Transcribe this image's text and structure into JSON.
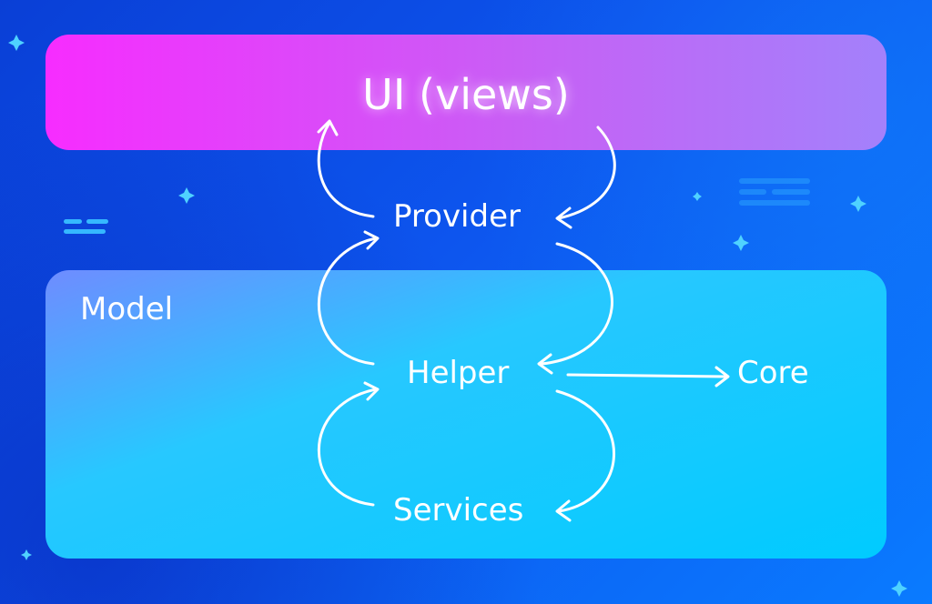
{
  "diagram": {
    "ui_label": "UI (views)",
    "model_label": "Model",
    "nodes": {
      "provider": "Provider",
      "helper": "Helper",
      "services": "Services",
      "core": "Core"
    }
  },
  "colors": {
    "background": "#0d55ee",
    "ui_band_start": "#f72cff",
    "ui_band_end": "#a381fb",
    "model_band": "#00cbff",
    "text": "#ffffff"
  }
}
